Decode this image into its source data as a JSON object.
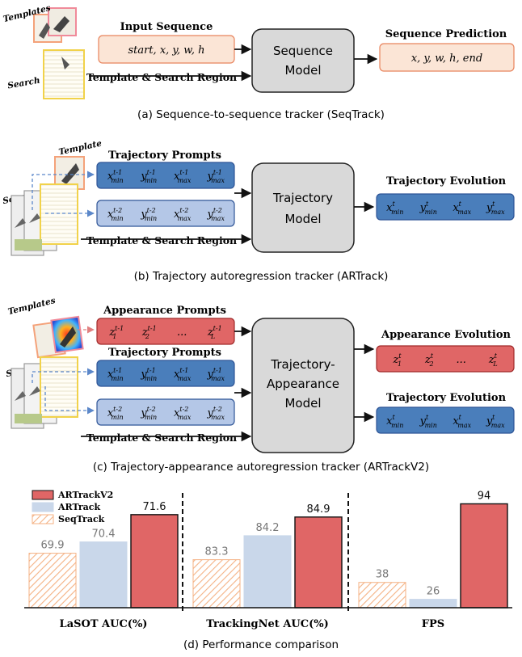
{
  "panel_a": {
    "thumb_templates": "Templates",
    "thumb_search": "Search",
    "input_title": "Input Sequence",
    "input_tokens": "start, x, y, w, h",
    "side_input": "Template & Search Region",
    "model_line1": "Sequence",
    "model_line2": "Model",
    "output_title": "Sequence Prediction",
    "output_tokens": "x, y, w, h, end",
    "caption": "(a) Sequence-to-sequence tracker (SeqTrack)"
  },
  "panel_b": {
    "thumb_template": "Template",
    "thumb_search": "Search",
    "prompts_title": "Trajectory Prompts",
    "prompt1": [
      "x_min^t-1",
      "y_min^t-1",
      "x_max^t-1",
      "y_max^t-1"
    ],
    "prompt2": [
      "x_min^t-2",
      "y_min^t-2",
      "x_max^t-2",
      "y_max^t-2"
    ],
    "side_input": "Template & Search Region",
    "model_line1": "Trajectory",
    "model_line2": "Model",
    "output_title": "Trajectory Evolution",
    "output_tokens": [
      "x_min^t",
      "y_min^t",
      "x_max^t",
      "y_max^t"
    ],
    "caption": "(b) Trajectory autoregression tracker (ARTrack)"
  },
  "panel_c": {
    "thumb_templates": "Templates",
    "thumb_search": "Search",
    "appear_title": "Appearance Prompts",
    "appear_tokens": [
      "z_1^t-1",
      "z_2^t-1",
      "...",
      "z_L^t-1"
    ],
    "traj_title": "Trajectory Prompts",
    "prompt1": [
      "x_min^t-1",
      "y_min^t-1",
      "x_max^t-1",
      "y_max^t-1"
    ],
    "prompt2": [
      "x_min^t-2",
      "y_min^t-2",
      "x_max^t-2",
      "y_max^t-2"
    ],
    "side_input": "Template & Search Region",
    "model_line1": "Trajectory-",
    "model_line2": "Appearance",
    "model_line3": "Model",
    "appear_out_title": "Appearance Evolution",
    "appear_out_tokens": [
      "z_1^t",
      "z_2^t",
      "...",
      "z_L^t"
    ],
    "traj_out_title": "Trajectory Evolution",
    "traj_out_tokens": [
      "x_min^t",
      "y_min^t",
      "x_max^t",
      "y_max^t"
    ],
    "caption": "(c) Trajectory-appearance autoregression tracker (ARTrackV2)"
  },
  "colors": {
    "peach": "#fbe5d6",
    "peach_border": "#e8835c",
    "gray_model": "#d9d9d9",
    "blue_dark": "#4a7ebb",
    "blue_light": "#b4c7e7",
    "blue_border": "#2f5597",
    "red_box": "#e06666",
    "red_border": "#a02b2b",
    "arrow_blue": "#5b87c9",
    "arrow_red": "#e08080",
    "seq_hatch": "#f4b183",
    "artrack_bar": "#c9d7ea",
    "artrackv2_bar": "#e06666"
  },
  "chart_data": {
    "type": "bar",
    "title": "",
    "caption": "(d) Performance comparison",
    "legend_placement": "top-left",
    "legend": [
      "ARTrackV2",
      "ARTrack",
      "SeqTrack"
    ],
    "categories": [
      "LaSOT AUC(%)",
      "TrackingNet AUC(%)",
      "FPS"
    ],
    "series": [
      {
        "name": "SeqTrack",
        "values": [
          69.9,
          83.3,
          38
        ],
        "style": "hatched"
      },
      {
        "name": "ARTrack",
        "values": [
          70.4,
          84.2,
          26
        ],
        "style": "light-blue"
      },
      {
        "name": "ARTrackV2",
        "values": [
          71.6,
          84.9,
          94
        ],
        "style": "red"
      }
    ],
    "group_ylim": [
      [
        67.5,
        72.2
      ],
      [
        81.5,
        85.5
      ],
      [
        20,
        96
      ]
    ],
    "grid": false
  }
}
